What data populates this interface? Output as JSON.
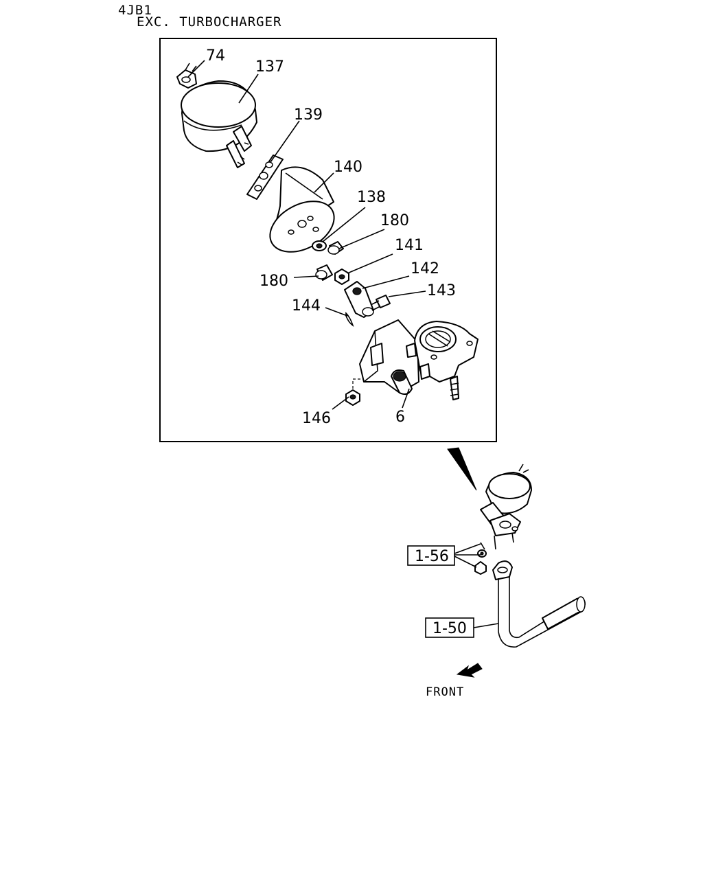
{
  "header": {
    "engine": "4JB1",
    "variant": "EXC. TURBOCHARGER"
  },
  "callouts": {
    "p74": "74",
    "p137": "137",
    "p139": "139",
    "p140": "140",
    "p138": "138",
    "p180a": "180",
    "p141": "141",
    "p142": "142",
    "p180b": "180",
    "p143": "143",
    "p144": "144",
    "p146": "146",
    "p6": "6"
  },
  "references": {
    "ref_1_56": "1-56",
    "ref_1_50": "1-50"
  },
  "direction": {
    "front_label": "FRONT"
  }
}
